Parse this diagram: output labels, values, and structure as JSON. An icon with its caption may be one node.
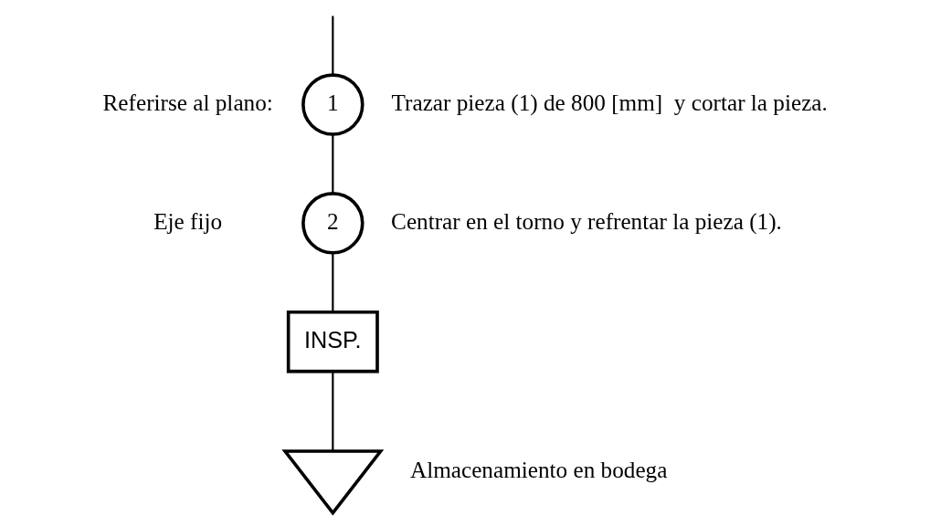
{
  "diagram": {
    "nodes": [
      {
        "text": [
          "1"
        ],
        "beside": [
          "Trazar pieza (1) de 800 [mm]  y cortar la pieza."
        ]
      },
      {
        "text": [
          "2"
        ],
        "beside": [
          "Centrar en el torno y refrentar la pieza (1)."
        ]
      },
      {
        "text": [
          "INSP."
        ]
      },
      {
        "text": [],
        "shape": "triangle",
        "beside": [
          "Almacenamiento en bodega"
        ]
      }
    ],
    "edges": [
      {
        "from": null,
        "to": 0,
        "arrow": "none"
      },
      {
        "from": 0,
        "to": 1,
        "arrow": "none"
      },
      {
        "from": 1,
        "to": 2,
        "arrow": "none"
      },
      {
        "from": 2,
        "to": 3,
        "arrow": "none"
      }
    ],
    "labels": [
      "Referirse al plano:",
      "Eje fijo"
    ]
  }
}
